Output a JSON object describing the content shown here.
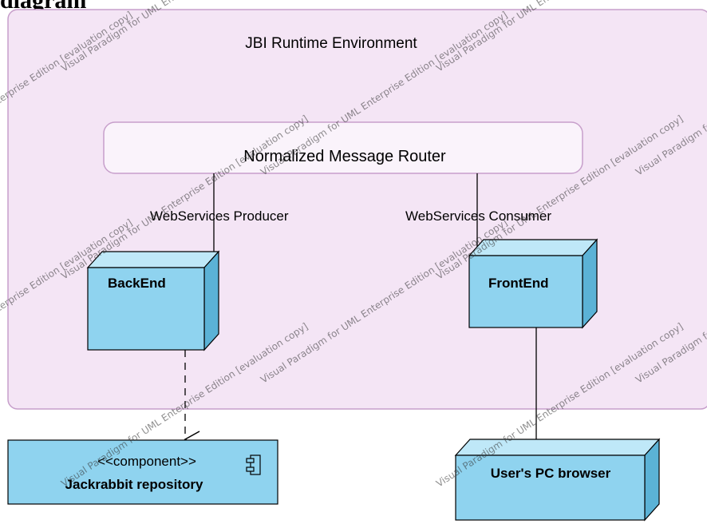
{
  "page": {
    "heading": "diagram"
  },
  "environment": {
    "label": "JBI Runtime Environment"
  },
  "router": {
    "label": "Normalized Message Router"
  },
  "connectors": {
    "producer_label": "WebServices Producer",
    "consumer_label": "WebServices Consumer"
  },
  "nodes": {
    "backend": "BackEnd",
    "frontend": "FrontEnd",
    "browser": "User's PC browser"
  },
  "component": {
    "stereotype": "<<component>>",
    "name": "Jackrabbit repository"
  },
  "watermark": {
    "text": "Visual Paradigm for UML Enterprise Edition [evaluation copy]"
  },
  "colors": {
    "environment_fill": "#f4e5f5",
    "environment_border": "#c79fcb",
    "node_fill": "#8fd3ef",
    "node_dark": "#5bb2d6",
    "node_light": "#bfe8f8",
    "component_fill": "#8fd3ef"
  }
}
